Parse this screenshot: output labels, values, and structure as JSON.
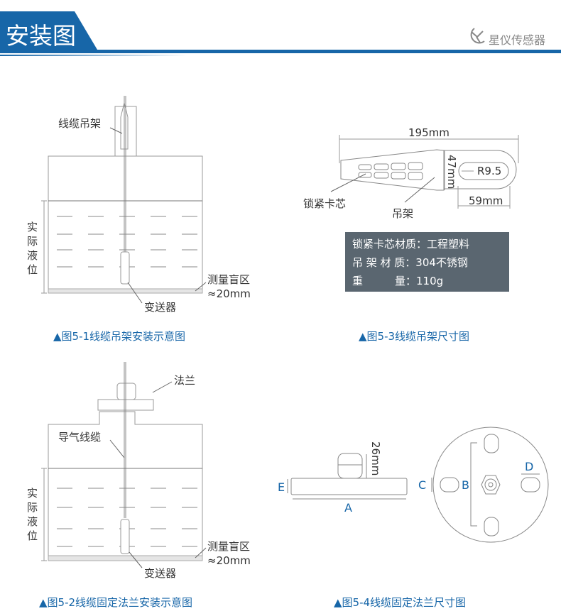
{
  "header": {
    "title": "安装图",
    "brand": "星仪传感器",
    "accent": "#1766a8"
  },
  "fig1": {
    "hanger_label": "线缆吊架",
    "level_label": "实际液位",
    "blind_label": "测量盲区",
    "blind_value": "≈20mm",
    "transmitter_label": "变送器",
    "caption": "▲图5-1线缆吊架安装示意图"
  },
  "fig3": {
    "length": "195mm",
    "height": "47mm",
    "radius": "R9.5",
    "loop": "59mm",
    "core_label": "锁紧卡芯",
    "hanger_label": "吊架",
    "specs": [
      "锁紧卡芯材质：工程塑料",
      "吊 架 材 质：304不锈钢",
      "重　　　量：110g"
    ],
    "caption": "▲图5-3线缆吊架尺寸图"
  },
  "fig2": {
    "flange_label": "法兰",
    "cable_label": "导气线缆",
    "level_label": "实际液位",
    "blind_label": "测量盲区",
    "blind_value": "≈20mm",
    "transmitter_label": "变送器",
    "caption": "▲图5-2线缆固定法兰安装示意图"
  },
  "fig4": {
    "gland_height": "26mm",
    "dims": {
      "A": "A",
      "B": "B",
      "C": "C",
      "D": "D",
      "E": "E"
    },
    "caption": "▲图5-4线缆固定法兰尺寸图"
  }
}
